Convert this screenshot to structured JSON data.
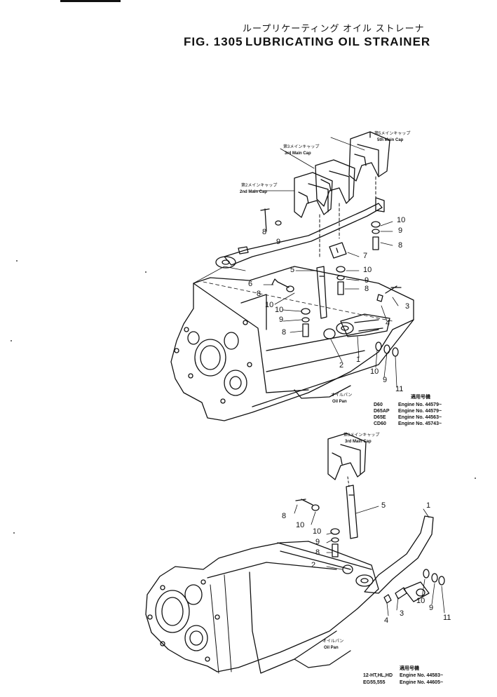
{
  "header": {
    "title_jp": "ループリケーティング オイル ストレーナ",
    "fig_no": "FIG. 1305",
    "title_en": "LUBRICATING OIL STRAINER"
  },
  "upper": {
    "caps": [
      {
        "jp": "第5メインキャップ",
        "en": "5th Main Cap"
      },
      {
        "jp": "第3メインキャップ",
        "en": "3rd Main Cap"
      },
      {
        "jp": "第2メインキャップ",
        "en": "2nd Main Cap"
      }
    ],
    "oil_pan_jp": "オイルパン",
    "oil_pan_en": "Oil Pan",
    "applicable_title": "適用号機",
    "applicable": [
      {
        "model": "D60",
        "engine": "Engine No. 44579~"
      },
      {
        "model": "D65AP",
        "engine": "Engine No. 44579~"
      },
      {
        "model": "D65E",
        "engine": "Engine No. 44563~"
      },
      {
        "model": "CD60",
        "engine": "Engine No. 45743~"
      }
    ],
    "part_numbers": [
      "10",
      "9",
      "8",
      "7",
      "10",
      "9",
      "8",
      "5",
      "6",
      "8",
      "9",
      "8",
      "10",
      "10",
      "9",
      "8",
      "3",
      "4",
      "2",
      "1",
      "10",
      "9",
      "11"
    ]
  },
  "lower": {
    "cap": {
      "jp": "第3メインキャップ",
      "en": "3rd Main Cap"
    },
    "oil_pan_jp": "オイルパン",
    "oil_pan_en": "Oil Pan",
    "applicable_title": "適用号機",
    "applicable": [
      {
        "model": "12-HT,HL,HD",
        "engine": "Engine No. 44583~"
      },
      {
        "model": "EG55,555",
        "engine": "Engine No. 44605~"
      }
    ],
    "part_numbers": [
      "5",
      "1",
      "8",
      "10",
      "10",
      "9",
      "8",
      "2",
      "10",
      "9",
      "11",
      "4",
      "3"
    ]
  }
}
